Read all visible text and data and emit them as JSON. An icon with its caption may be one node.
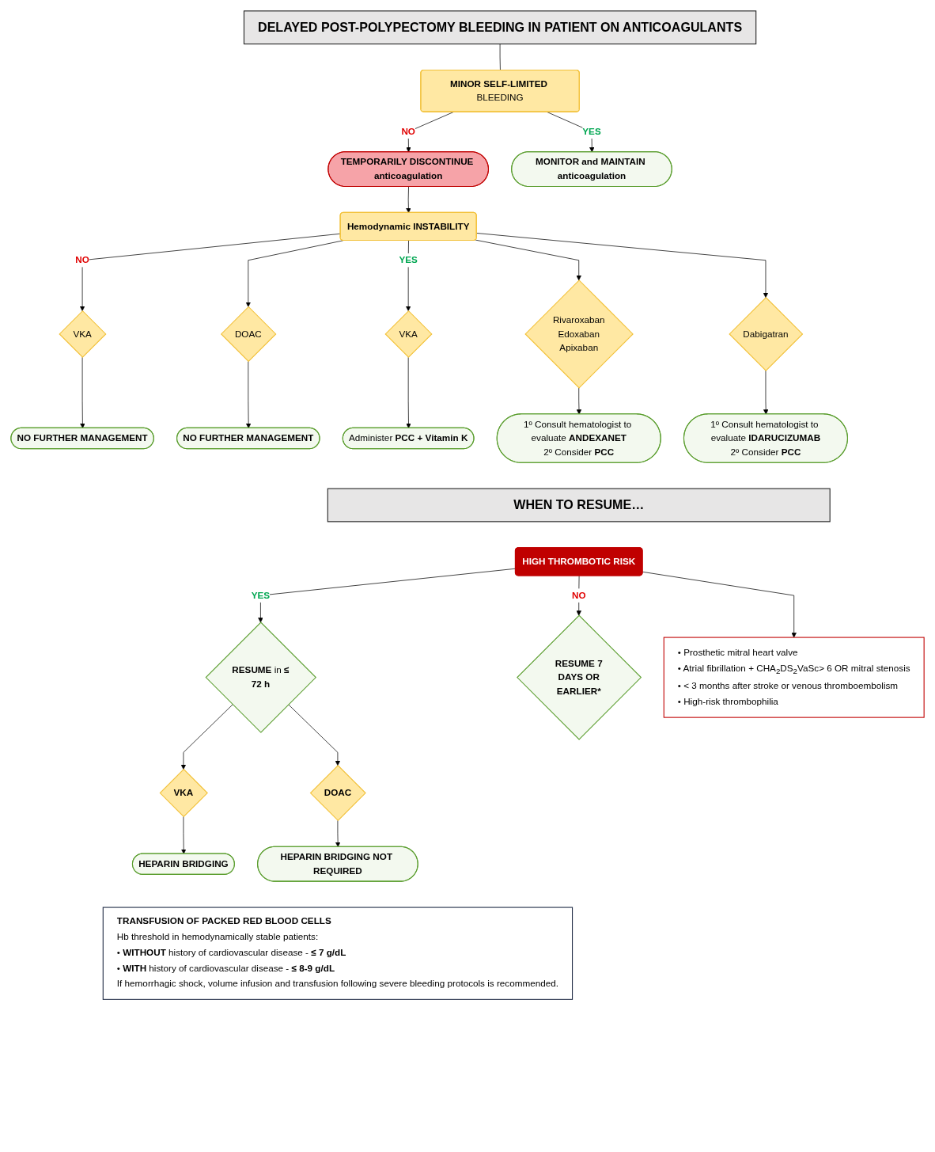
{
  "diagram": {
    "nodes": [
      {
        "text": [
          "DELAYED POST-POLYPECTOMY BLEEDING IN PATIENT ON ANTICOAGULANTS"
        ]
      },
      {
        "text": [
          "TEMPORARILY DISCONTINUE anticoagulation"
        ]
      },
      {
        "text": [
          "**MINOR SELF-LIMITED** BLEEDING"
        ]
      },
      {
        "text": [
          "MONITOR and MAINTAIN anticoagulation"
        ]
      },
      {
        "text": [
          "Hemodynamic INSTABILITY"
        ]
      },
      {
        "text": [
          "VKA"
        ]
      },
      {
        "text": [
          "NO FURTHER MANAGEMENT"
        ]
      },
      {
        "text": [
          "DOAC"
        ]
      },
      {
        "text": [
          "NO FURTHER MANAGEMENT"
        ]
      },
      {
        "text": [
          "VKA"
        ]
      },
      {
        "text": [
          "Rivaroxaban",
          "Edoxaban",
          "Apixaban"
        ]
      },
      {
        "text": [
          "Dabigatran"
        ]
      },
      {
        "text": [
          "Administer **PCC + Vitamin K**"
        ]
      },
      {
        "text": [
          "1º Consult hematologist to evaluate **ANDEXANET**",
          "2º Consider **PCC**"
        ]
      },
      {
        "text": [
          "1º Consult hematologist to evaluate **IDARUCIZUMAB**",
          "2º Consider **PCC**"
        ]
      },
      {
        "text": [
          "WHEN TO RESUME…"
        ]
      },
      {
        "text": [
          "**RESUME** in **≤ 72 h**"
        ]
      },
      {
        "text": [
          "HIGH THROMBOTIC RISK"
        ]
      },
      {
        "text": [
          "RESUME 7 DAYS OR EARLIER*"
        ]
      },
      {
        "text": [
          "VKA"
        ]
      },
      {
        "text": [
          "DOAC"
        ]
      },
      {
        "text": [
          "• Prosthetic mitral heart valve",
          "• Atrial fibrillation + CHA$_{2}$DS$_{2}$VaSc> 6 OR mitral stenosis",
          "• < 3 months after stroke or venous thromboembolism",
          "• High-risk thrombophilia"
        ]
      },
      {
        "text": [
          "HEPARIN BRIDGING"
        ]
      },
      {
        "text": [
          "HEPARIN BRIDGING NOT REQUIRED"
        ]
      },
      {
        "text": [
          "TRANSFUSION OF PACKED RED BLOOD CELLS",
          "Hb threshold in hemodynamically stable patients:",
          "• **WITHOUT** history of cardiovascular disease - **≤ 7 g/dL**",
          "• **WITH** history of cardiovascular disease - **≤ 8-9 g/dL**",
          "If hemorrhagic shock, volume infusion and transfusion following severe bleeding protocols is recommended."
        ]
      }
    ],
    "edges": [
      {
        "from": 0,
        "to": 2,
        "arrow": "none"
      },
      {
        "from": 2,
        "to": 1,
        "arrow": "to",
        "label": "NO"
      },
      {
        "from": 2,
        "to": 3,
        "arrow": "to",
        "label": "YES"
      },
      {
        "from": 1,
        "to": 4,
        "arrow": "to"
      },
      {
        "from": 4,
        "to": 5,
        "arrow": "to",
        "label": "NO"
      },
      {
        "from": 4,
        "to": 7,
        "arrow": "to"
      },
      {
        "from": 5,
        "to": 6,
        "arrow": "to"
      },
      {
        "from": 7,
        "to": 8,
        "arrow": "to"
      },
      {
        "from": 4,
        "to": 9,
        "arrow": "to",
        "label": "YES"
      },
      {
        "from": 4,
        "to": 10,
        "arrow": "to"
      },
      {
        "from": 4,
        "to": 11,
        "arrow": "to"
      },
      {
        "from": 9,
        "to": 12,
        "arrow": "to"
      },
      {
        "from": 10,
        "to": 13,
        "arrow": "to"
      },
      {
        "from": 11,
        "to": 14,
        "arrow": "to"
      },
      {
        "from": 17,
        "to": 16,
        "arrow": "to",
        "label": "YES"
      },
      {
        "from": 17,
        "to": 18,
        "arrow": "to",
        "label": "NO"
      },
      {
        "from": 16,
        "to": 19,
        "arrow": "to"
      },
      {
        "from": 16,
        "to": 20,
        "arrow": "to"
      },
      {
        "from": 17,
        "to": 21,
        "arrow": "to"
      },
      {
        "from": 19,
        "to": 22,
        "arrow": "to"
      },
      {
        "from": 20,
        "to": 23,
        "arrow": "to"
      }
    ]
  }
}
